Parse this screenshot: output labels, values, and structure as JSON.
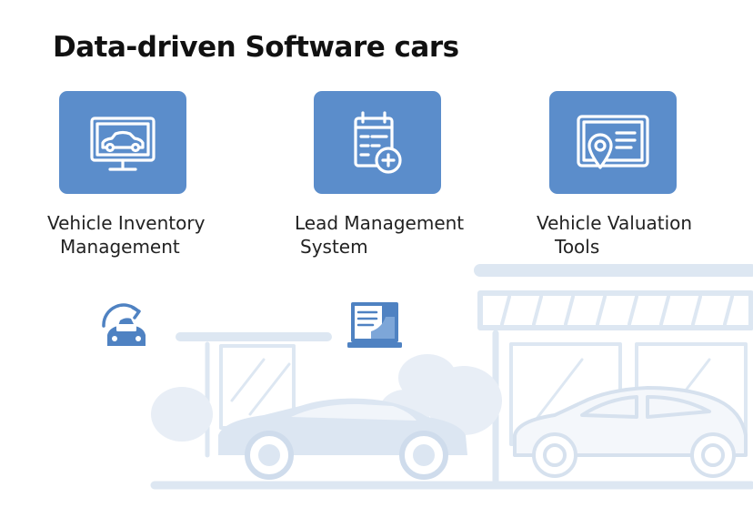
{
  "title": "Data-driven Software cars",
  "features": [
    {
      "icon": "monitor-car-icon",
      "line1": "Vehicle Inventory",
      "line2": "Management"
    },
    {
      "icon": "calendar-document-plus-icon",
      "line1": "Lead Management",
      "line2": "System"
    },
    {
      "icon": "screen-location-pin-icon",
      "line1": "Vehicle Valuation",
      "line2": "Tools"
    }
  ],
  "secondary_icons": [
    "car-sync-icon",
    "laptop-document-icon"
  ],
  "background_scene": "dealership-storefront-with-cars-illustration",
  "colors": {
    "tile_blue": "#5b8dcb",
    "icon_blue": "#4f82c2",
    "scene_light_blue": "#dbe6f3",
    "text": "#111111"
  }
}
